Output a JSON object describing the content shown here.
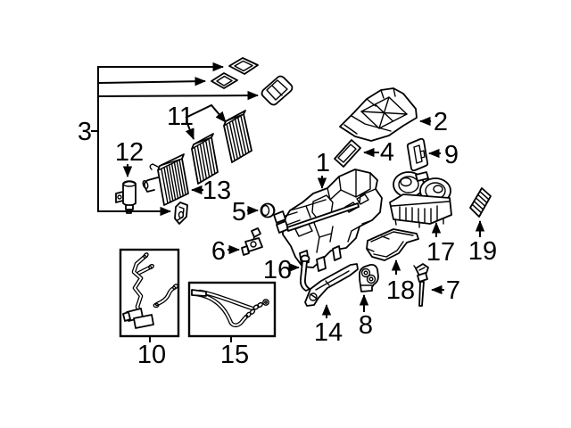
{
  "diagram": {
    "background_color": "#ffffff",
    "line_color": "#000000",
    "label_color": "#000000",
    "callouts": {
      "c1": "1",
      "c2": "2",
      "c3": "3",
      "c4": "4",
      "c5": "5",
      "c6": "6",
      "c7": "7",
      "c8": "8",
      "c9": "9",
      "c10": "10",
      "c11": "11",
      "c12": "12",
      "c13": "13",
      "c14": "14",
      "c15": "15",
      "c16": "16",
      "c17": "17",
      "c18": "18",
      "c19": "19"
    }
  }
}
